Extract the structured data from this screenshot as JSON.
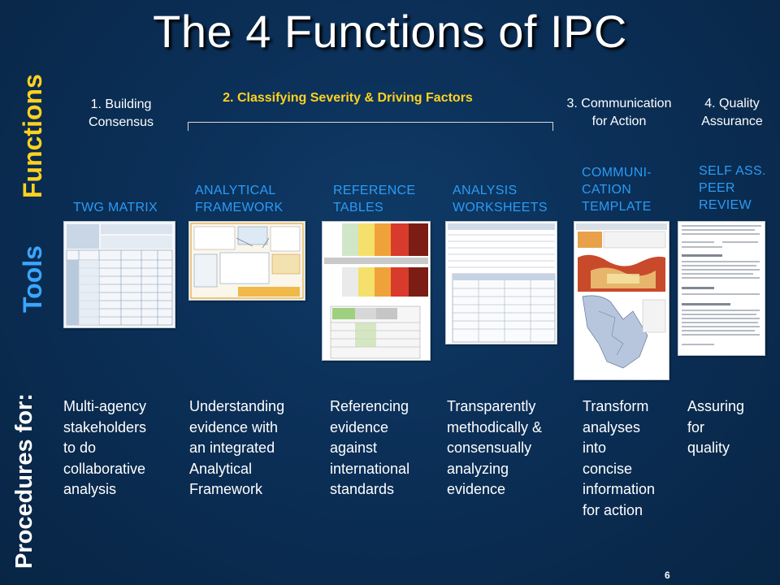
{
  "title": "The 4 Functions of IPC",
  "side_labels": {
    "functions": "Functions",
    "tools": "Tools",
    "procedures": "Procedures for:"
  },
  "functions": {
    "f1": [
      "1. Building",
      "Consensus"
    ],
    "f2": "2. Classifying Severity & Driving Factors",
    "f3": [
      "3. Communication",
      "for Action"
    ],
    "f4": [
      "4. Quality",
      "Assurance"
    ]
  },
  "tools": [
    {
      "lines": [
        "TWG MATRIX"
      ]
    },
    {
      "lines": [
        "ANALYTICAL",
        "FRAMEWORK"
      ]
    },
    {
      "lines": [
        "REFERENCE",
        "TABLES"
      ]
    },
    {
      "lines": [
        "ANALYSIS",
        "WORKSHEETS"
      ]
    },
    {
      "lines": [
        "COMMUNI-",
        "CATION",
        "TEMPLATE"
      ]
    },
    {
      "lines": [
        "SELF ASS.",
        "PEER",
        "REVIEW"
      ]
    }
  ],
  "procedures": [
    {
      "lines": [
        "Multi-agency",
        "stakeholders",
        "to do",
        "collaborative",
        "analysis"
      ]
    },
    {
      "lines": [
        "Understanding",
        "evidence with",
        "an integrated",
        "Analytical",
        "Framework"
      ]
    },
    {
      "lines": [
        "Referencing",
        "evidence",
        "against",
        "international",
        "standards"
      ]
    },
    {
      "lines": [
        "Transparently",
        "methodically &",
        "consensually",
        "analyzing",
        "evidence"
      ]
    },
    {
      "lines": [
        "Transform",
        "analyses",
        "into",
        "concise",
        "information",
        "for action"
      ]
    },
    {
      "lines": [
        "Assuring",
        "for",
        "quality"
      ]
    }
  ],
  "page_number": "6",
  "colors": {
    "background": "#0b2f57",
    "functions_label": "#ffd21f",
    "tools_label": "#3aa6ff",
    "tool_text": "#2b9bf5"
  }
}
